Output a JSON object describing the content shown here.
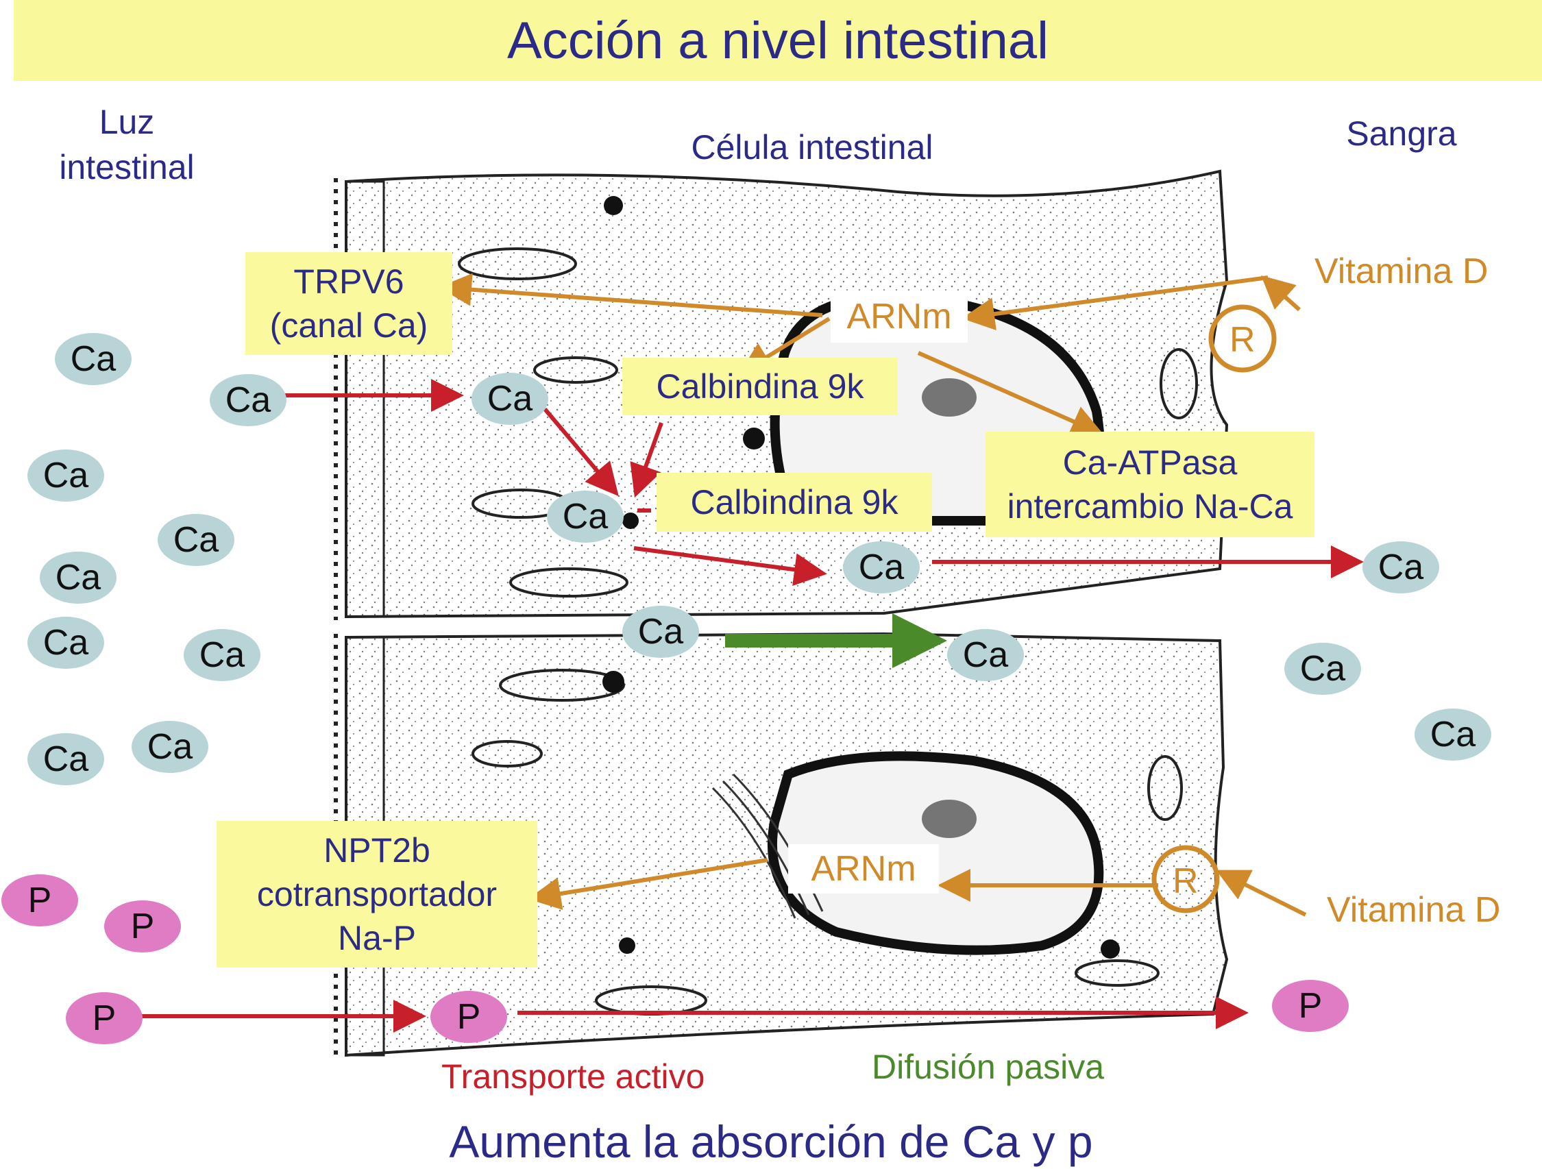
{
  "title": "Acción a nivel intestinal",
  "regions": {
    "lumen": [
      "Luz",
      "intestinal"
    ],
    "cell": "Célula intestinal",
    "blood": "Sangra"
  },
  "boxes": {
    "trpv6": [
      "TRPV6",
      "(canal Ca)"
    ],
    "calbindina_top": "Calbindina 9k",
    "calbindina_mid": "Calbindina 9k",
    "ca_atpasa": [
      "Ca-ATPasa",
      "intercambio Na-Ca"
    ],
    "npt2b": [
      "NPT2b",
      "cotransportador",
      "Na-P"
    ]
  },
  "arnm_label": "ARNm",
  "receptor_label": "R",
  "vitamin_label": "Vitamina D",
  "ion_ca": "Ca",
  "ion_p": "P",
  "legend": {
    "active": "Transporte activo",
    "passive": "Difusión pasiva"
  },
  "conclusion": "Aumenta la absorción de Ca y p",
  "colors": {
    "active_transport": "#c8202a",
    "passive_diffusion": "#4a8a2a",
    "regulation": "#d08a29",
    "ca_ion": "#b8d4d6",
    "p_ion": "#e07cc4",
    "highlight_box": "#fbf99d",
    "text": "#2b2a86"
  }
}
